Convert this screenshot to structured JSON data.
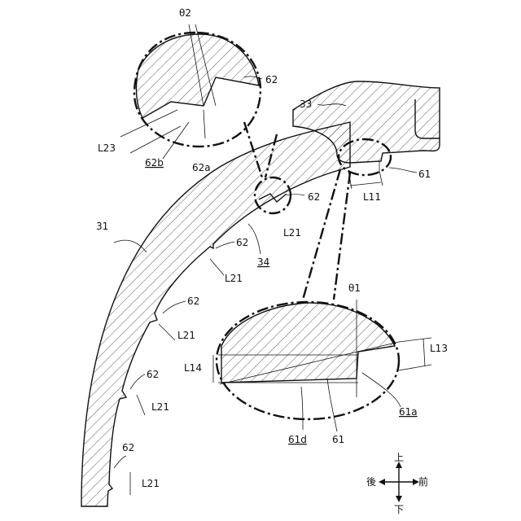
{
  "labels": {
    "theta2": "θ2",
    "ref62_top": "62",
    "ref33": "33",
    "L23": "L23",
    "ref62b": "62b",
    "ref62a": "62a",
    "ref61": "61",
    "L11": "L11",
    "ref62_mid": "62",
    "L21_mid": "L21",
    "ref31": "31",
    "ref62_side1": "62",
    "ref34": "34",
    "L21_side1": "L21",
    "theta1": "θ1",
    "ref62_side2": "62",
    "L21_side2": "L21",
    "L13": "L13",
    "L14": "L14",
    "ref62_side3": "62",
    "L21_side3": "L21",
    "ref61a": "61a",
    "ref61d": "61d",
    "ref61_bottom": "61",
    "ref62_side4": "62",
    "L21_side4": "L21"
  },
  "compass": {
    "up": "上",
    "down": "下",
    "back": "後",
    "front": "前"
  }
}
